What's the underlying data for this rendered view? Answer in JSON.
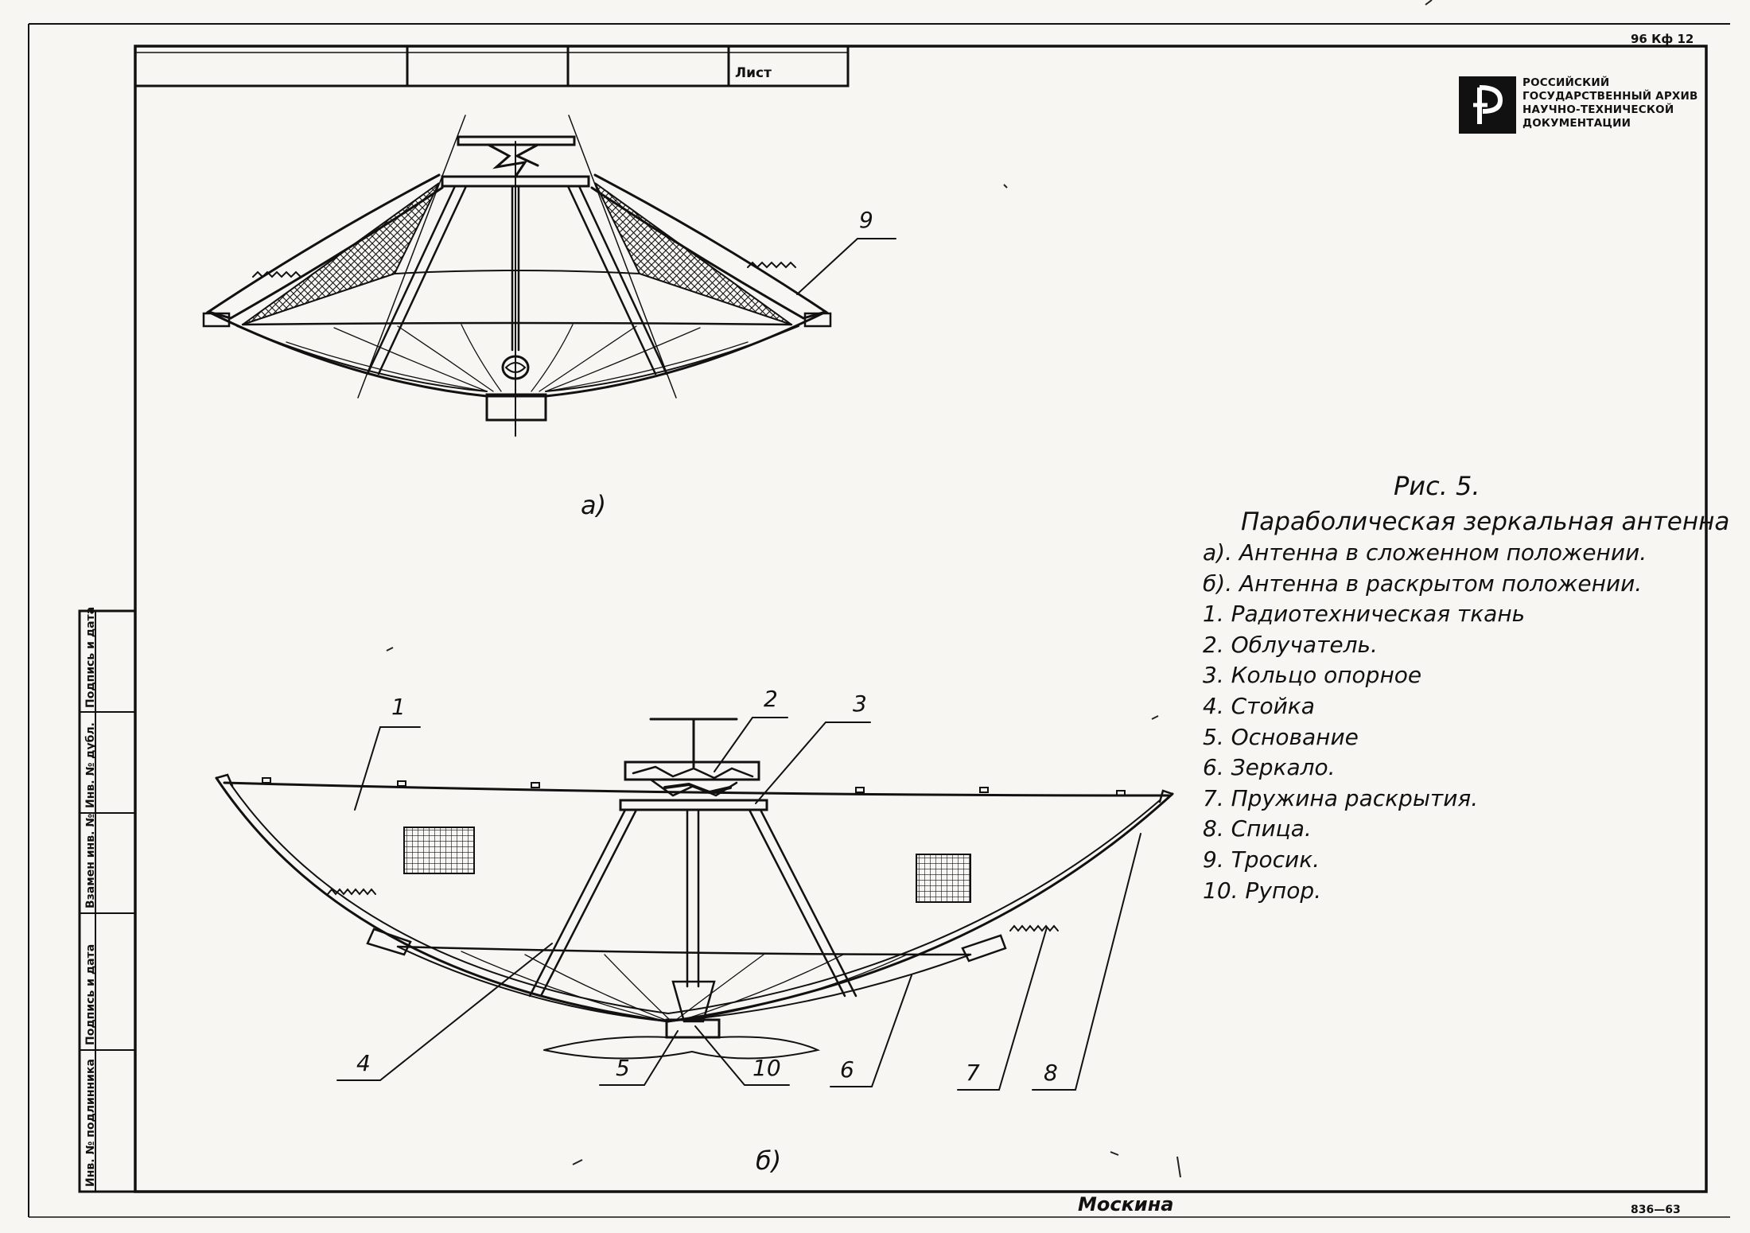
{
  "title_block": {
    "sheet_label": "Лист"
  },
  "archive": {
    "code_top": "96 Кф 12",
    "code_bottom": "836—63",
    "logo_lines": [
      "РОССИЙСКИЙ",
      "ГОСУДАРСТВЕННЫЙ АРХИВ",
      "НАУЧНО-ТЕХНИЧЕСКОЙ",
      "ДОКУМЕНТАЦИИ"
    ],
    "signature": "Москина"
  },
  "side_stamp": {
    "fields": [
      "Инв. № подлинника",
      "Подпись и дата",
      "Взамен инв. №",
      "Инв. № дубл.",
      "Подпись и дата"
    ]
  },
  "caption": {
    "title": "Рис. 5.",
    "subtitle": "Параболическая зеркальная антенна"
  },
  "legend": [
    "а). Антенна в сложенном положении.",
    "б). Антенна в раскрытом положении.",
    "1. Радиотехническая ткань",
    "2. Облучатель.",
    "3. Кольцо опорное",
    "4. Стойка",
    "5. Основание",
    "6. Зеркало.",
    "7. Пружина раскрытия.",
    "8. Спица.",
    "9. Тросик.",
    "10. Рупор."
  ],
  "views": {
    "folded_label": "а)",
    "deployed_label": "б)"
  },
  "callouts": {
    "folded": [
      "9"
    ],
    "deployed": [
      "1",
      "2",
      "3",
      "4",
      "5",
      "10",
      "6",
      "7",
      "8"
    ]
  }
}
